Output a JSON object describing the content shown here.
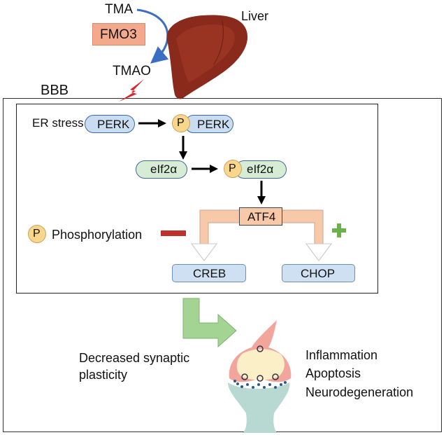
{
  "labels": {
    "tma": "TMA",
    "fmo3": "FMO3",
    "tmao": "TMAO",
    "liver": "Liver",
    "bbb": "BBB",
    "er_stress": "ER stress",
    "phosphorylation": "Phosphorylation",
    "decreased_synaptic_line1": "Decreased synaptic",
    "decreased_synaptic_line2": "plasticity",
    "inflammation": "Inflammation",
    "apoptosis": "Apoptosis",
    "neurodegeneration": "Neurodegeneration"
  },
  "proteins": {
    "perk": "PERK",
    "p_perk": "PERK",
    "eif2a": "eIf2α",
    "p_eif2a": "eIf2α",
    "atf4": "ATF4",
    "creb": "CREB",
    "chop": "CHOP",
    "p_badge": "P"
  },
  "signs": {
    "minus": "−",
    "plus": "+"
  },
  "colors": {
    "fmo3_fill": "#f4a98c",
    "perk_fill": "#c9dcf0",
    "perk_stroke": "#3d6aa0",
    "eif2a_fill": "#d6ecd4",
    "p_badge_fill": "#f8d68c",
    "atf4_arrow_fill": "#f7c9a8",
    "creb_chop_fill": "#cfe0f3",
    "green_arrow": "#a3d494",
    "minus_red": "#c0302b",
    "plus_green": "#6bb04a",
    "liver": "#8a2a1c"
  },
  "icons": [
    "curved-arrow-icon",
    "lightning-bolt-icon",
    "liver-icon",
    "synapse-icon"
  ]
}
